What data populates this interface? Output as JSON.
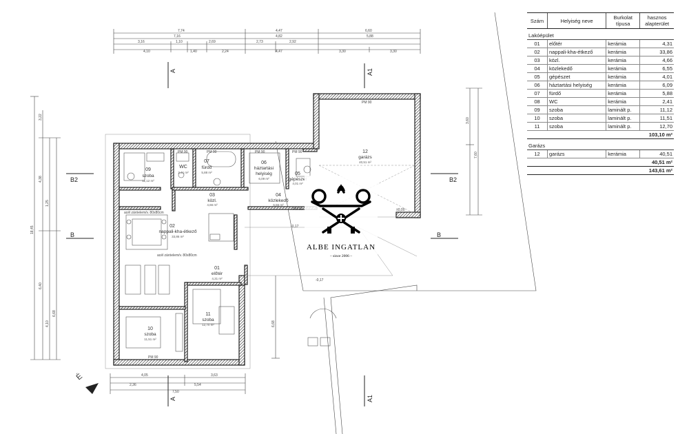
{
  "schedule": {
    "headers": {
      "num": "Szám",
      "name": "Helyiség neve",
      "floor": [
        "Burkolat",
        "típusa"
      ],
      "area": [
        "hasznos",
        "alapterület"
      ]
    },
    "groups": [
      {
        "title": "Lakóépület",
        "rows": [
          {
            "num": "01",
            "name": "előtér",
            "floor": "kerámia",
            "area": "4,31"
          },
          {
            "num": "02",
            "name": "nappali-kha-étkező",
            "floor": "kerámia",
            "area": "33,86"
          },
          {
            "num": "03",
            "name": "közl.",
            "floor": "kerámia",
            "area": "4,66"
          },
          {
            "num": "04",
            "name": "közlekedő",
            "floor": "kerámia",
            "area": "6,55"
          },
          {
            "num": "05",
            "name": "gépészet",
            "floor": "kerámia",
            "area": "4,01"
          },
          {
            "num": "06",
            "name": "háztartási helyiség",
            "floor": "kerámia",
            "area": "6,09"
          },
          {
            "num": "07",
            "name": "fürdő",
            "floor": "kerámia",
            "area": "5,88"
          },
          {
            "num": "08",
            "name": "WC",
            "floor": "kerámia",
            "area": "2,41"
          },
          {
            "num": "09",
            "name": "szoba",
            "floor": "laminált p.",
            "area": "11,12"
          },
          {
            "num": "10",
            "name": "szoba",
            "floor": "laminált p.",
            "area": "11,51"
          },
          {
            "num": "11",
            "name": "szoba",
            "floor": "laminált p.",
            "area": "12,70"
          }
        ],
        "subtotal": "103,10 m²"
      },
      {
        "title": "Garázs",
        "rows": [
          {
            "num": "12",
            "name": "garázs",
            "floor": "kerámia",
            "area": "40,51"
          }
        ],
        "subtotal": "40,51 m²"
      }
    ],
    "total": "143,61 m²"
  },
  "plan": {
    "rooms": {
      "r01": {
        "num": "01",
        "name": "előtér",
        "area": "4,31 m²"
      },
      "r02": {
        "num": "02",
        "name": "nappali-kha-étkező",
        "area": "33,86 m²"
      },
      "r03": {
        "num": "03",
        "name": "közl.",
        "area": "4,66 m²"
      },
      "r04": {
        "num": "04",
        "name": "közlekedő",
        "area": "6,55 m²"
      },
      "r05": {
        "num": "05",
        "name": "gépészet",
        "area": "4,01 m²"
      },
      "r06": {
        "num": "06",
        "name_a": "háztartási",
        "name_b": "helyiség",
        "area": "6,09 m²"
      },
      "r07": {
        "num": "07",
        "name": "fürdő",
        "area": "5,88 m²"
      },
      "r08": {
        "num": "08",
        "name": "WC",
        "area": "2,41 m²"
      },
      "r09": {
        "num": "09",
        "name": "szoba",
        "area": "11,12 m²"
      },
      "r10": {
        "num": "10",
        "name": "szoba",
        "area": "11,51 m²"
      },
      "r11": {
        "num": "11",
        "name": "szoba",
        "area": "12,70 m²"
      },
      "r12": {
        "num": "12",
        "name": "garázs",
        "area": "40,51 m²"
      }
    },
    "section_marks": {
      "a": "A",
      "a1": "A1",
      "b": "B",
      "b2": "B2"
    },
    "north": "É",
    "top_dims": {
      "row1": [
        "7,74",
        "4,47",
        "6,60"
      ],
      "row2": [
        "7,16",
        "4,82",
        "5,88"
      ],
      "row3": [
        "3,16",
        "1,10",
        "2,69",
        "2,73",
        "2,92"
      ],
      "row4": [
        "4,10",
        "1,40",
        "2,24",
        "4,47",
        "3,30",
        "3,30"
      ]
    },
    "bottom_dims": {
      "row1": [
        "4,05",
        "3,63"
      ],
      "row2": [
        "2,36",
        "5,54"
      ],
      "row3": [
        "7,50"
      ]
    },
    "left_dims": [
      "18,45",
      "6,40",
      "4,38",
      "3,22",
      "1,25",
      "6,68",
      "4,10"
    ],
    "right_dims": [
      "3,60",
      "7,60",
      "6,68"
    ],
    "notes": {
      "pm90": "PM 90",
      "level_a": "-0,17",
      "level_b": "-0,17",
      "level_c": "±0,00",
      "beam_a": "acél záróelem/v. 80x80cm",
      "beam_b": "acél záróelem/v. 80x80cm"
    }
  },
  "logo": {
    "name": "ALBE INGATLAN",
    "since": "– since 2006 –"
  }
}
